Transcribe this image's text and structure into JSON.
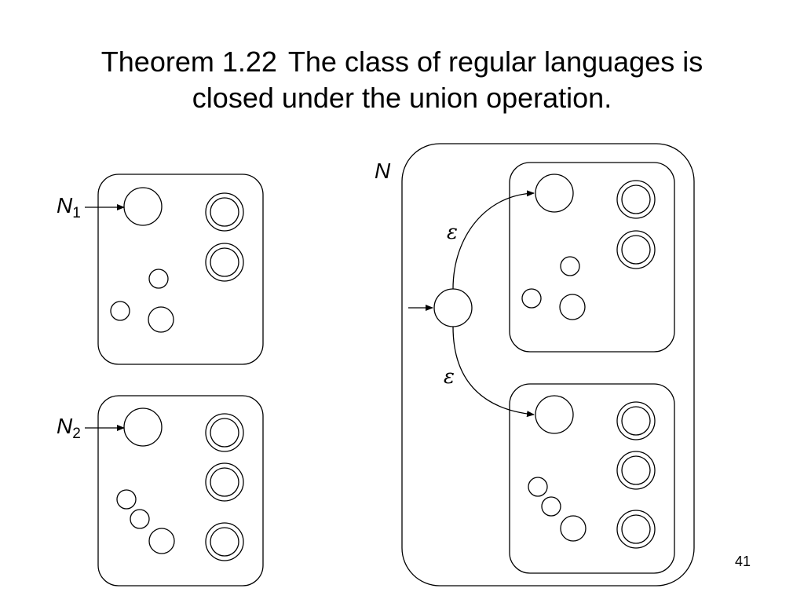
{
  "slide": {
    "title_line1_part1": "Theorem 1.22",
    "title_line1_part2": "The class of regular languages is",
    "title_line2": "closed under the union operation.",
    "slide_number": "41"
  },
  "diagram": {
    "n1_label": "N",
    "n1_subscript": "1",
    "n2_label": "N",
    "n2_subscript": "2",
    "n_label": "N",
    "epsilon_upper": "ε",
    "epsilon_lower": "ε"
  }
}
